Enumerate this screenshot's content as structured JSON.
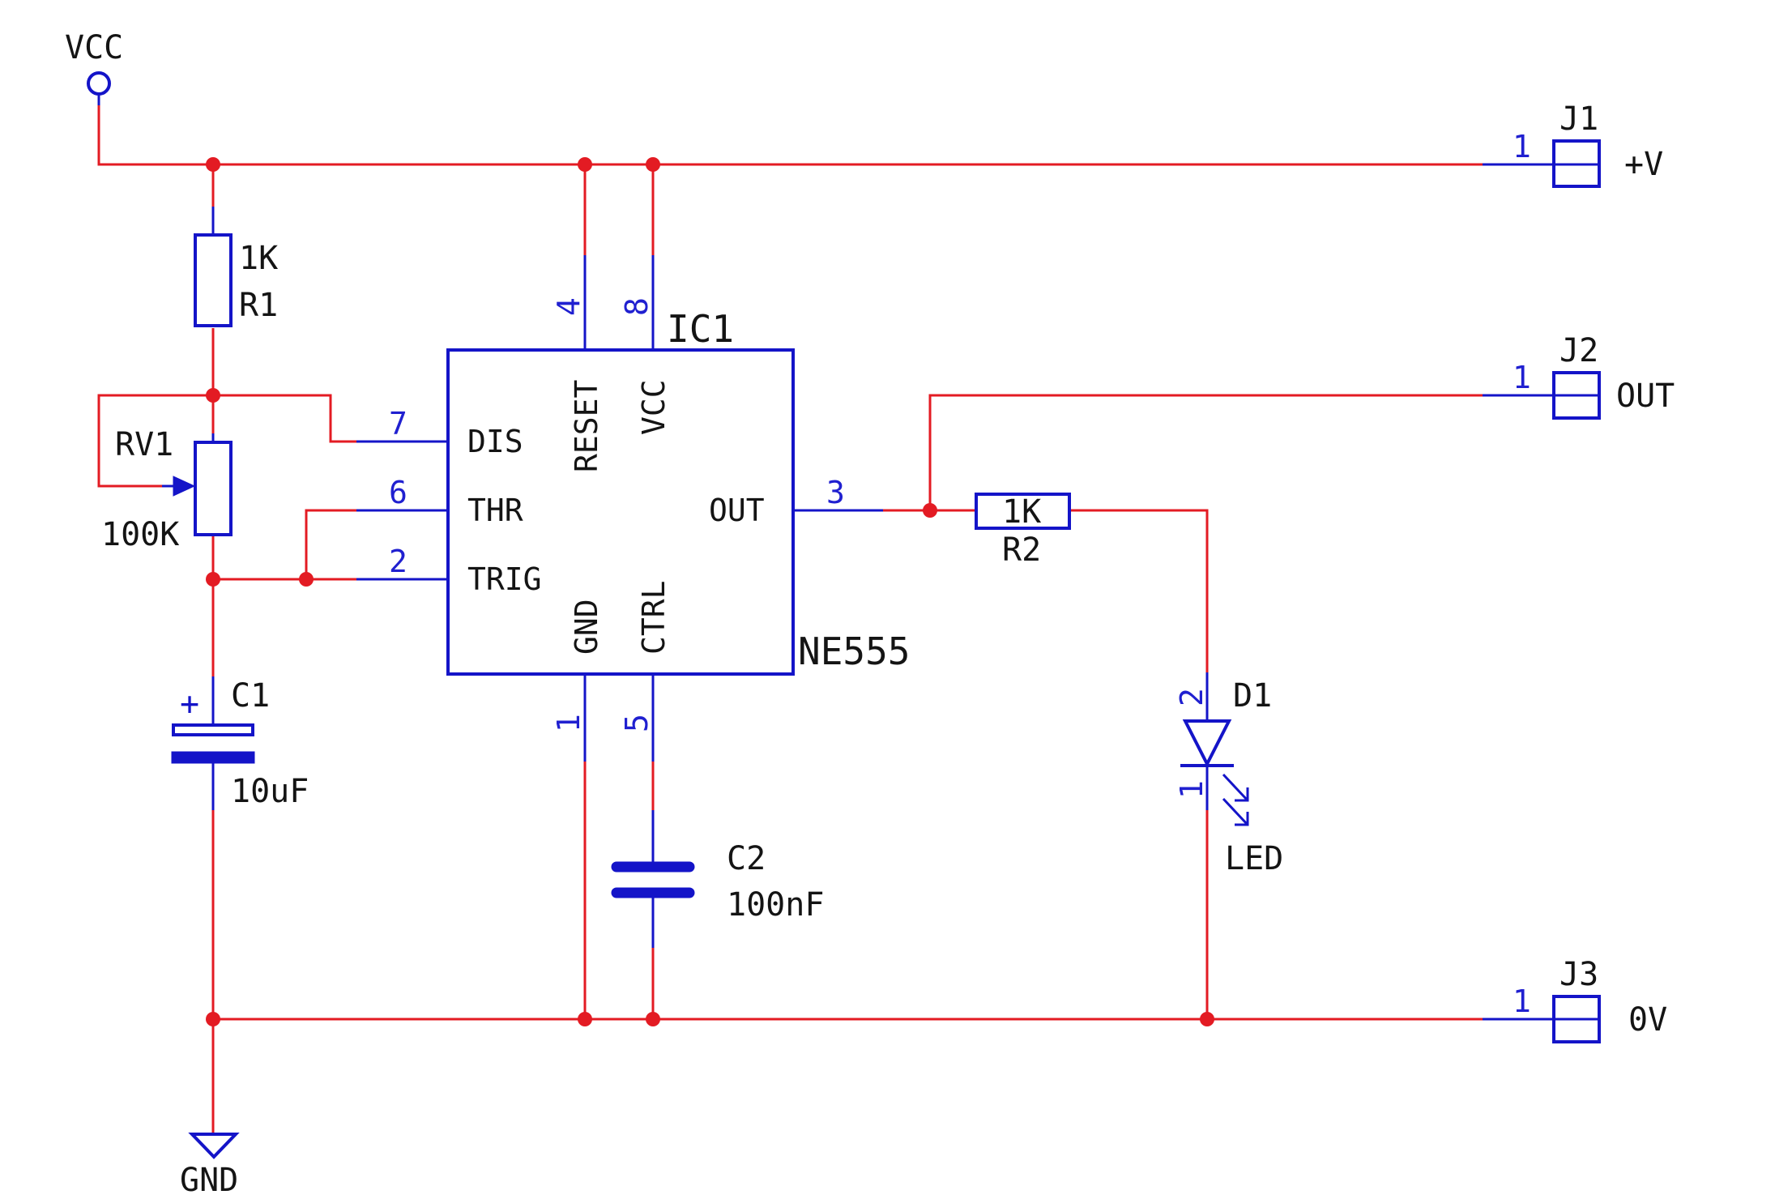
{
  "power": {
    "vcc_label": "VCC",
    "gnd_label": "GND"
  },
  "ic": {
    "ref": "IC1",
    "value": "NE555",
    "pins": {
      "dis": {
        "name": "DIS",
        "num": "7"
      },
      "thr": {
        "name": "THR",
        "num": "6"
      },
      "trig": {
        "name": "TRIG",
        "num": "2"
      },
      "reset": {
        "name": "RESET",
        "num": "4"
      },
      "vcc": {
        "name": "VCC",
        "num": "8"
      },
      "gnd": {
        "name": "GND",
        "num": "1"
      },
      "ctrl": {
        "name": "CTRL",
        "num": "5"
      },
      "out": {
        "name": "OUT",
        "num": "3"
      }
    }
  },
  "r1": {
    "ref": "R1",
    "value": "1K"
  },
  "rv1": {
    "ref": "RV1",
    "value": "100K"
  },
  "c1": {
    "ref": "C1",
    "value": "10uF",
    "polarity": "+"
  },
  "c2": {
    "ref": "C2",
    "value": "100nF"
  },
  "r2": {
    "ref": "R2",
    "value": "1K"
  },
  "d1": {
    "ref": "D1",
    "value": "LED",
    "pin_anode": "2",
    "pin_cathode": "1"
  },
  "connectors": [
    {
      "ref": "J1",
      "pin": "1",
      "net": "+V"
    },
    {
      "ref": "J2",
      "pin": "1",
      "net": "OUT"
    },
    {
      "ref": "J3",
      "pin": "1",
      "net": "0V"
    }
  ],
  "colors": {
    "wire": "#e31b23",
    "component": "#1414c8",
    "text": "#141414"
  }
}
